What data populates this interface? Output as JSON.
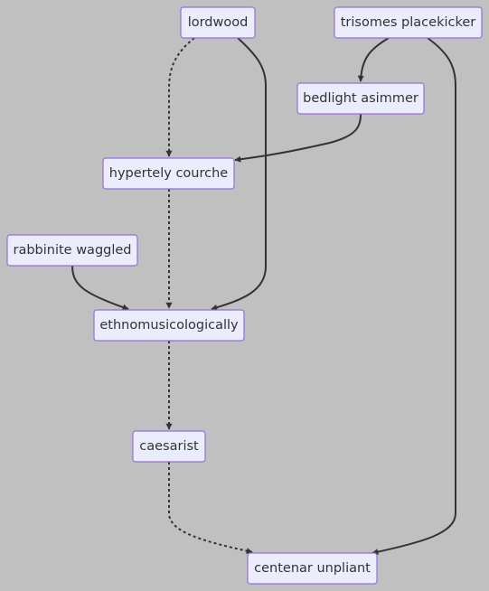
{
  "diagram": {
    "type": "flowchart",
    "direction": "top-down",
    "nodes": [
      {
        "id": "lordwood",
        "label": "lordwood"
      },
      {
        "id": "trisomes",
        "label": "trisomes placekicker"
      },
      {
        "id": "bedlight",
        "label": "bedlight asimmer"
      },
      {
        "id": "hypertely",
        "label": "hypertely courche"
      },
      {
        "id": "rabbinite",
        "label": "rabbinite waggled"
      },
      {
        "id": "ethno",
        "label": "ethnomusicologically"
      },
      {
        "id": "caesarist",
        "label": "caesarist"
      },
      {
        "id": "centenar",
        "label": "centenar unpliant"
      }
    ],
    "edges": [
      {
        "from": "lordwood",
        "to": "hypertely",
        "style": "dotted"
      },
      {
        "from": "lordwood",
        "to": "ethno",
        "style": "solid"
      },
      {
        "from": "trisomes",
        "to": "bedlight",
        "style": "solid"
      },
      {
        "from": "trisomes",
        "to": "centenar",
        "style": "solid"
      },
      {
        "from": "bedlight",
        "to": "hypertely",
        "style": "solid"
      },
      {
        "from": "hypertely",
        "to": "ethno",
        "style": "dotted"
      },
      {
        "from": "rabbinite",
        "to": "ethno",
        "style": "solid"
      },
      {
        "from": "ethno",
        "to": "caesarist",
        "style": "dotted"
      },
      {
        "from": "caesarist",
        "to": "centenar",
        "style": "dotted"
      }
    ],
    "colors": {
      "background": "#c0c0c0",
      "node_fill": "#ececff",
      "node_border": "#9370db",
      "edge": "#333333",
      "text": "#333333"
    }
  }
}
